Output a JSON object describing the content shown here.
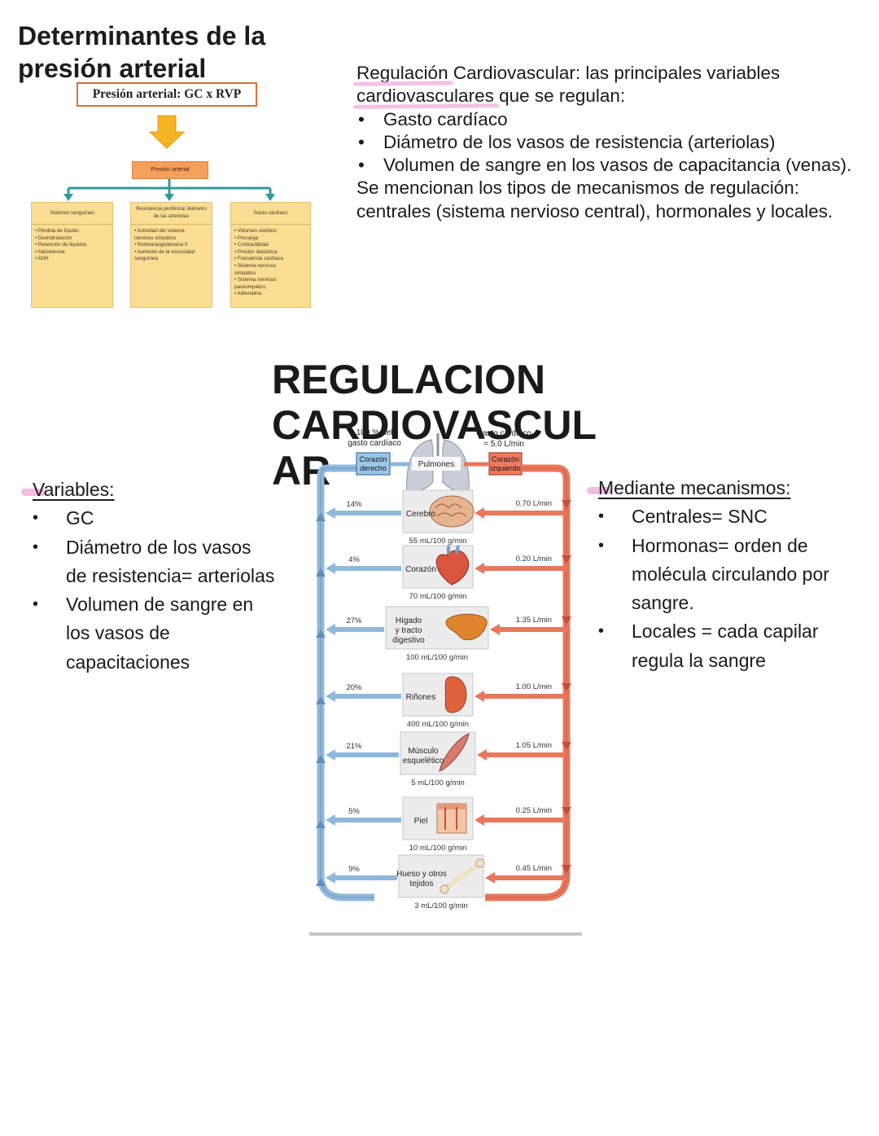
{
  "title": [
    "Determinantes de la",
    "presión arterial"
  ],
  "intro": {
    "line1_hl": "Regulación",
    "line1_rest": " Cardiovascular: las principales variables",
    "line2_hl": "cardiovasculares",
    "line2_rest": " que se regulan:",
    "bullets": [
      "Gasto cardíaco",
      "Diámetro de los vasos de resistencia (arteriolas)",
      "Volumen de sangre en los vasos de capacitancia (venas)."
    ],
    "paragraph": "Se mencionan los tipos de mecanismos de regulación: centrales (sistema nervioso central), hormonales y locales."
  },
  "determinants_figure": {
    "header": "Presión arterial: GC x RVP",
    "center": "Presión arterial",
    "boxes": [
      {
        "title": "Volumen sanguíneo",
        "items": [
          "• Pérdida de líquido",
          "   • Deshidratación",
          "• Retención de líquidos",
          "   • Aldosterona",
          "   • ADH"
        ]
      },
      {
        "title": "Resistencia periférica/ diámetro de las arteriolas",
        "items": [
          "• Actividad del sistema",
          "  nervioso simpático",
          "• Renina/angiotensina II",
          "• Aumento de la viscosidad",
          "  sanguínea"
        ]
      },
      {
        "title": "Gasto cardíaco",
        "items": [
          "• Volumen sistólico",
          "   • Precarga",
          "   • Contractilidad",
          "   • Presión diastólica",
          "• Frecuencia cardíaca",
          "   • Sistema nervioso",
          "     simpático",
          "   • Sistema nervioso",
          "     parasimpático",
          "   • Adrenalina"
        ]
      }
    ],
    "colors": {
      "arrow": "#f6b323",
      "connector": "#2f9a9a",
      "box": "#fbdd94",
      "center": "#f5a05a"
    }
  },
  "big_title": [
    "REGULACION",
    "CARDIOVASCUL",
    "AR"
  ],
  "variables": {
    "heading": "Variables:",
    "items": [
      "GC",
      "Diámetro de los vasos de resistencia= arteriolas",
      "Volumen de sangre en los vasos de capacitaciones"
    ]
  },
  "mechanisms": {
    "heading": "Mediante mecanismos:",
    "items": [
      "Centrales= SNC",
      "Hormonas= orden de molécula circulando por sangre.",
      "Locales = cada capilar regula la sangre"
    ]
  },
  "circulation_figure": {
    "top_left_label": [
      "100 % del",
      "gasto cardíaco"
    ],
    "top_right_label": [
      "Gasto cardíaco",
      "= 5,0 L/min"
    ],
    "right_heart": [
      "Corazón",
      "derecho"
    ],
    "left_heart": [
      "Corazón",
      "izquierdo"
    ],
    "lungs": "Pulmones",
    "organs": [
      {
        "name": [
          "Cerebro"
        ],
        "percent": "14%",
        "flow": "0.70 L/min",
        "per_mass": "55 mL/100 g/min",
        "icon": "brain-icon"
      },
      {
        "name": [
          "Corazón"
        ],
        "percent": "4%",
        "flow": "0.20 L/min",
        "per_mass": "70 mL/100 g/min",
        "icon": "heart-icon"
      },
      {
        "name": [
          "Hígado",
          "y tracto",
          "digestivo"
        ],
        "percent": "27%",
        "flow": "1.35 L/min",
        "per_mass": "100 mL/100 g/min",
        "icon": "liver-icon"
      },
      {
        "name": [
          "Riñones"
        ],
        "percent": "20%",
        "flow": "1.00 L/min",
        "per_mass": "400 mL/100 g/min",
        "icon": "kidney-icon"
      },
      {
        "name": [
          "Músculo",
          "esquelético"
        ],
        "percent": "21%",
        "flow": "1.05 L/min",
        "per_mass": "5 mL/100 g/min",
        "icon": "muscle-icon"
      },
      {
        "name": [
          "Piel"
        ],
        "percent": "5%",
        "flow": "0.25 L/min",
        "per_mass": "10 mL/100 g/min",
        "icon": "skin-icon"
      },
      {
        "name": [
          "Hueso y otros",
          "tejidos"
        ],
        "percent": "9%",
        "flow": "0.45 L/min",
        "per_mass": "3 mL/100 g/min",
        "icon": "bone-icon"
      }
    ],
    "colors": {
      "vein": "#8fb8da",
      "artery": "#e8775c",
      "panel": "#eeeeee"
    }
  }
}
